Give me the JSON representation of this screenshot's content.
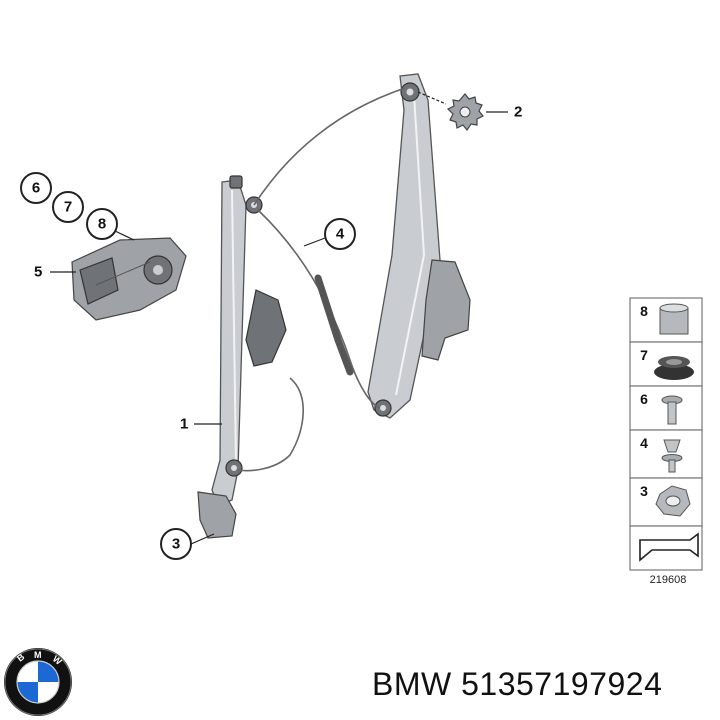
{
  "callouts": {
    "c1": "1",
    "c2": "2",
    "c3": "3",
    "c4": "4",
    "c5": "5",
    "c6": "6",
    "c7": "7",
    "c8": "8"
  },
  "legend": {
    "rows": [
      "8",
      "7",
      "6",
      "4",
      "3"
    ],
    "code": "219608"
  },
  "caption": "BMW 51357197924",
  "logo": {
    "text": "BMW",
    "colors": {
      "blue": "#1c69d4",
      "ring": "#111111",
      "white": "#ffffff"
    }
  }
}
